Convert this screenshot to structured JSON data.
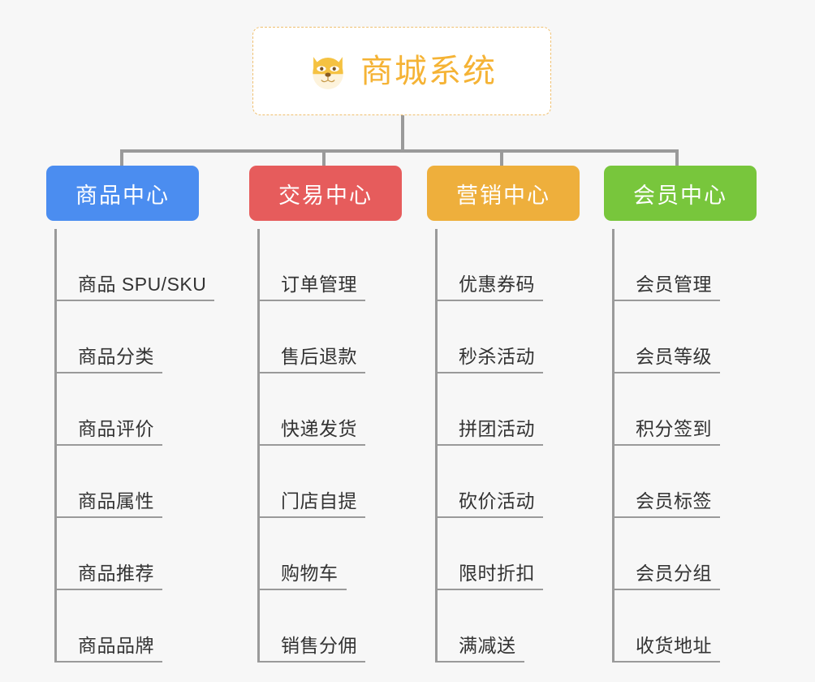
{
  "diagram": {
    "root": {
      "icon": "dog-face-emoji",
      "title": "商城系统"
    },
    "accent_colors": {
      "root_text": "#f5b335",
      "root_border": "#f0c070",
      "connector": "#9a9a9a",
      "background": "#f7f7f7",
      "leaf_text": "#333333"
    },
    "branches": [
      {
        "label": "商品中心",
        "color": "#4b8df0",
        "leaves": [
          "商品 SPU/SKU",
          "商品分类",
          "商品评价",
          "商品属性",
          "商品推荐",
          "商品品牌"
        ]
      },
      {
        "label": "交易中心",
        "color": "#e65c5c",
        "leaves": [
          "订单管理",
          "售后退款",
          "快递发货",
          "门店自提",
          "购物车",
          "销售分佣"
        ]
      },
      {
        "label": "营销中心",
        "color": "#eeaf3c",
        "leaves": [
          "优惠券码",
          "秒杀活动",
          "拼团活动",
          "砍价活动",
          "限时折扣",
          "满减送"
        ]
      },
      {
        "label": "会员中心",
        "color": "#78c63c",
        "leaves": [
          "会员管理",
          "会员等级",
          "积分签到",
          "会员标签",
          "会员分组",
          "收货地址"
        ]
      }
    ]
  }
}
